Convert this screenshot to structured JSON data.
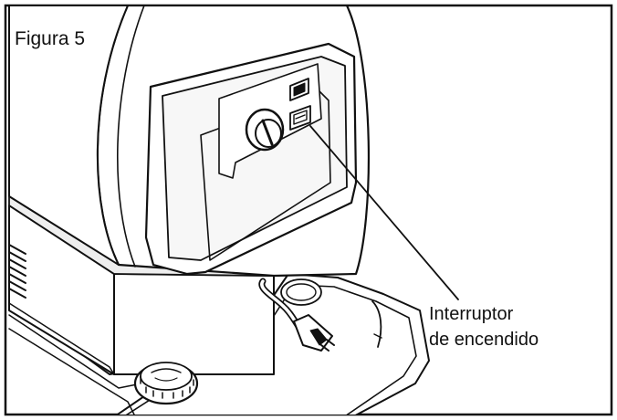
{
  "figure": {
    "title": "Figura 5",
    "callout": {
      "line1": "Interruptor",
      "line2": "de encendido"
    }
  },
  "colors": {
    "ink": "#111111",
    "housing_fill": "#ffffff",
    "shade_fill": "#eeeeee",
    "panel_fill": "#f7f7f7"
  }
}
